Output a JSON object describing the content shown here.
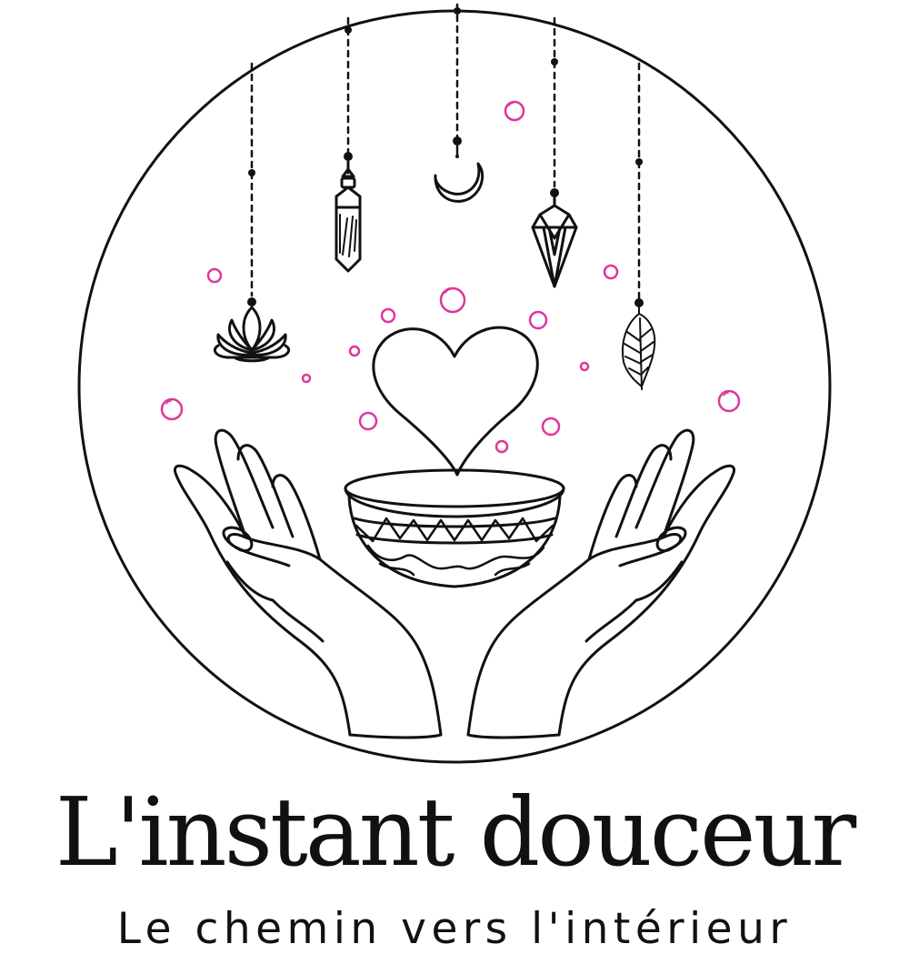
{
  "brand": {
    "name": "L'instant douceur",
    "tagline": "Le chemin vers l'intérieur"
  },
  "colors": {
    "line": "#111111",
    "bubble": "#e0359a",
    "background": "#ffffff"
  },
  "icons": {
    "emblem": "circle-emblem",
    "hands": "open-hands-icon",
    "bowl": "singing-bowl-icon",
    "heart": "heart-icon",
    "moon": "crescent-moon-icon",
    "lotus": "lotus-icon",
    "crystal": "crystal-pendant-icon",
    "pendulum": "pendulum-icon",
    "feather": "feather-icon",
    "bubbles": "bubbles-decoration"
  }
}
